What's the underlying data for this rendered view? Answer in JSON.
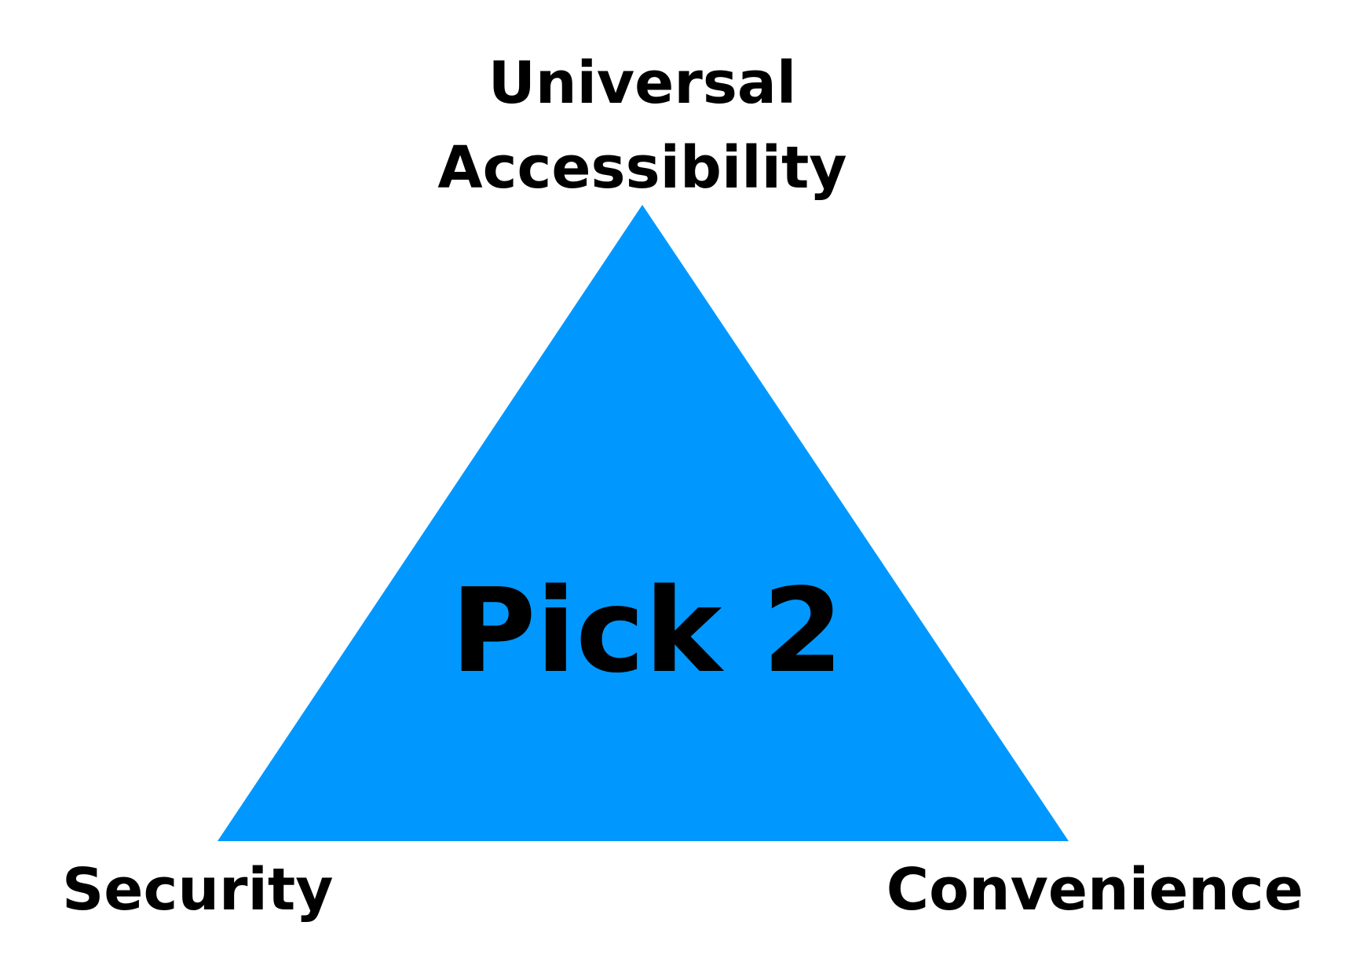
{
  "diagram": {
    "top_label_line1": "Universal",
    "top_label_line2": "Accessibility",
    "center_label": "Pick 2",
    "bottom_left_label": "Security",
    "bottom_right_label": "Convenience",
    "triangle_color": "#0098FF"
  }
}
